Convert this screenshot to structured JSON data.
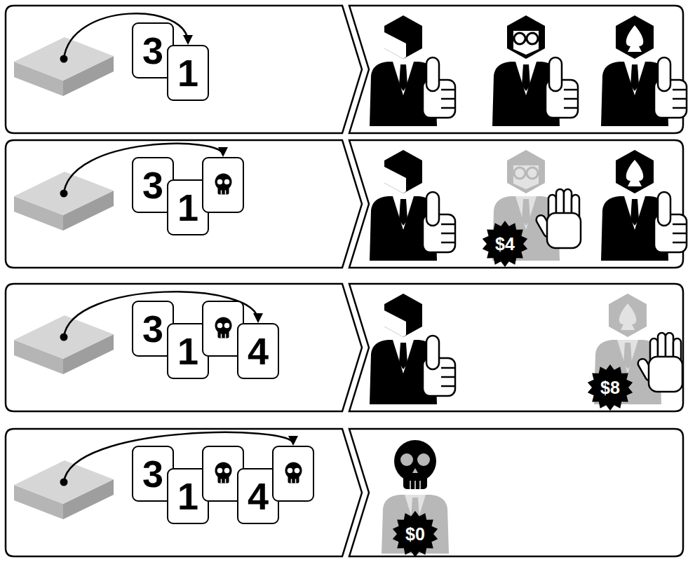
{
  "diagram": {
    "nodes": [
      {
        "text": [
          "3"
        ]
      },
      {
        "text": [
          "1"
        ]
      },
      {
        "text": [
          "3"
        ]
      },
      {
        "text": [
          "1"
        ]
      },
      {
        "text": [
          "$4"
        ]
      },
      {
        "text": [
          "3"
        ]
      },
      {
        "text": [
          "1"
        ]
      },
      {
        "text": [
          "4"
        ]
      },
      {
        "text": [
          "$8"
        ]
      },
      {
        "text": [
          "3"
        ]
      },
      {
        "text": [
          "1"
        ]
      },
      {
        "text": [
          "4"
        ]
      },
      {
        "text": [
          "$0"
        ]
      }
    ]
  }
}
